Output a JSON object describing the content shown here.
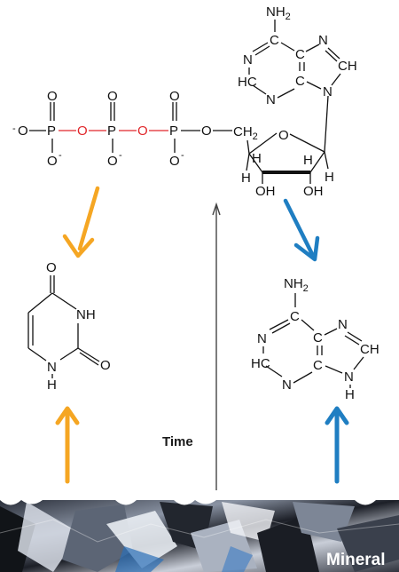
{
  "labels": {
    "time": "Time",
    "mineral": "Mineral"
  },
  "atp": {
    "amine": "NH",
    "amine_sub": "2",
    "ch2": "CH",
    "ch2_sub": "2",
    "phosphorus": "P",
    "oxygen": "O",
    "oxygen_neg": "O",
    "negative": "-",
    "nitrogen": "N",
    "hc": "HC",
    "ch": "CH",
    "carbon": "C",
    "hydrogen": "H",
    "hydroxyl": "OH"
  },
  "uracil": {
    "oxygen": "O",
    "nh": "NH",
    "n": "N",
    "h": "H"
  },
  "adenine": {
    "amine": "NH",
    "amine_sub": "2",
    "n": "N",
    "c": "C",
    "hc": "HC",
    "ch": "CH",
    "h": "H"
  },
  "colors": {
    "orange_arrow": "#f5a623",
    "blue_arrow": "#1f7ec2",
    "time_arrow": "#444444",
    "phosphate_link": "#e0262a"
  },
  "icons": {
    "mineral_photo": "crystalline-mineral-texture"
  }
}
